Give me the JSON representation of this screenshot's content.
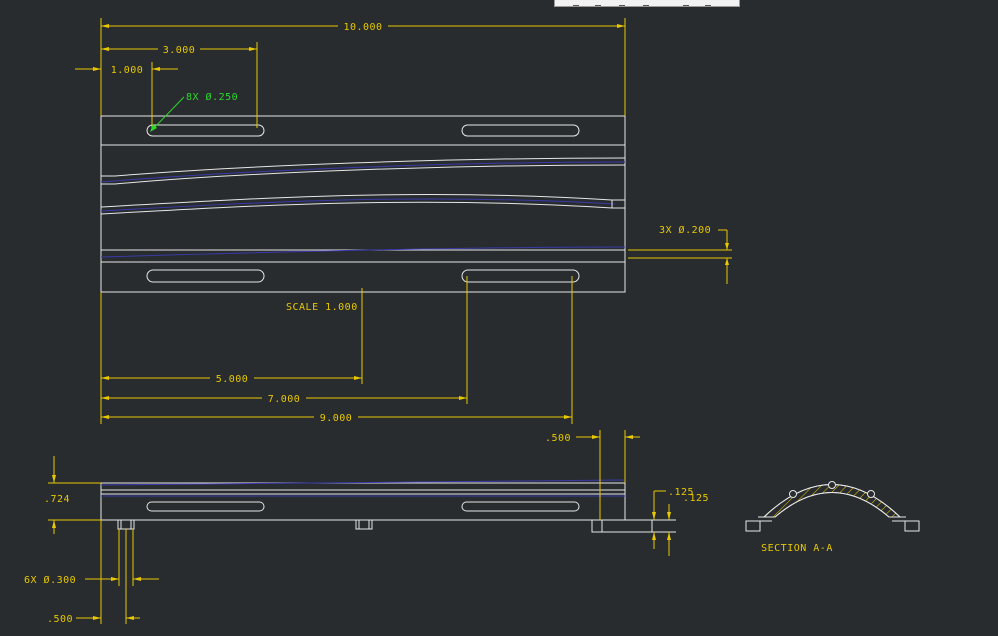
{
  "dimensions": {
    "overall_length": "10.000",
    "d_3000": "3.000",
    "d_1000": "1.000",
    "slots_note": "8X Ø.250",
    "holes_note": "3X Ø.200",
    "scale_note": "SCALE 1.000",
    "d_5000": "5.000",
    "d_7000": "7.000",
    "d_9000": "9.000",
    "d_500_top": ".500",
    "d_724": ".724",
    "d_125_a": ".125",
    "d_125_b": ".125",
    "pins_note": "6X Ø.300",
    "d_500_bottom": ".500"
  },
  "section_label": "SECTION A-A",
  "colors": {
    "background": "#282c2f",
    "dimension": "#e8c800",
    "geometry": "#e6e6e6",
    "hidden": "#3a3aa8",
    "leader": "#2ad82a"
  }
}
